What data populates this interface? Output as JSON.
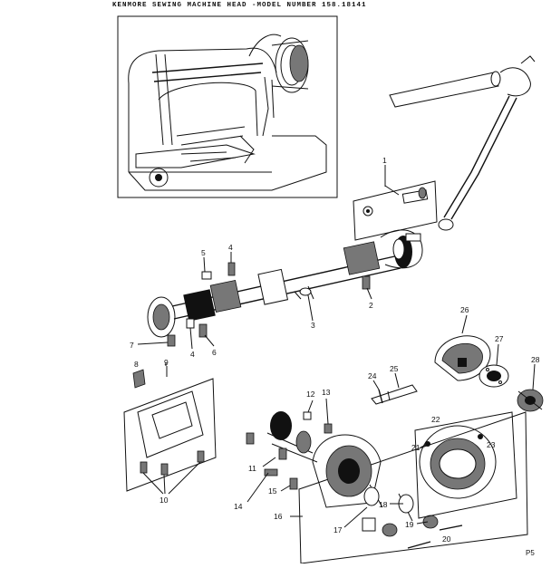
{
  "header": {
    "title": "KENMORE SEWING MACHINE HEAD -MODEL NUMBER 158.18141"
  },
  "footer": {
    "page_code": "P5"
  },
  "callouts": {
    "c1": "1",
    "c2": "2",
    "c3": "3",
    "c4a": "4",
    "c4b": "4",
    "c5": "5",
    "c6": "6",
    "c7": "7",
    "c8": "8",
    "c9": "9",
    "c10": "10",
    "c11": "11",
    "c12": "12",
    "c13": "13",
    "c14": "14",
    "c15": "15",
    "c16": "16",
    "c17": "17",
    "c18": "18",
    "c19": "19",
    "c20": "20",
    "c21": "21",
    "c22": "22",
    "c23": "23",
    "c24": "24",
    "c25": "25",
    "c26": "26",
    "c27": "27",
    "c28": "28"
  }
}
